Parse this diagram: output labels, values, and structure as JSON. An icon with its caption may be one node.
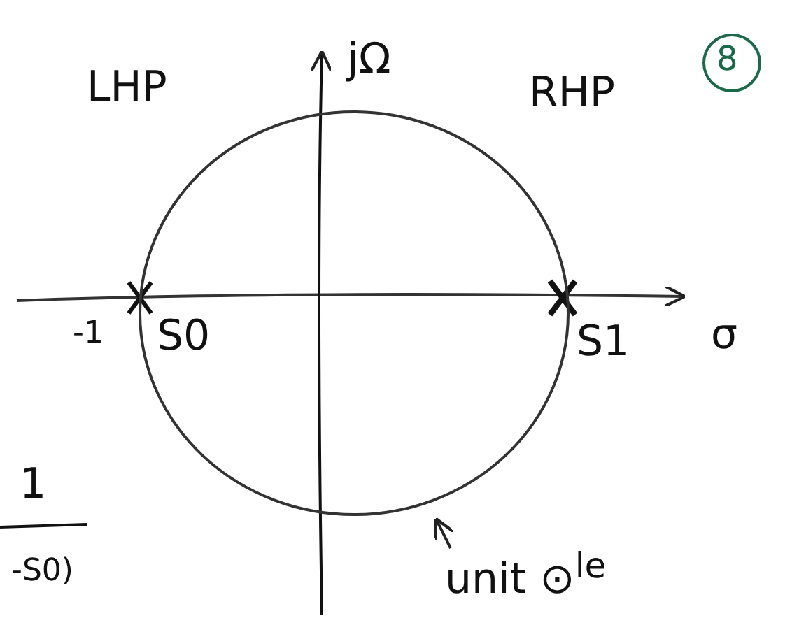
{
  "diagram": {
    "nodes": [
      {
        "text": [],
        "shape": "circle"
      },
      {
        "text": [
          "unit ⊙$^{le}$"
        ]
      }
    ],
    "edges": [
      {
        "from": 1,
        "to": 0,
        "arrow": "to"
      }
    ],
    "labels": [
      "LHP",
      "jΩ",
      "RHP",
      "8",
      "-1",
      "S0",
      "S1",
      "σ",
      "1",
      "-S0)"
    ]
  }
}
